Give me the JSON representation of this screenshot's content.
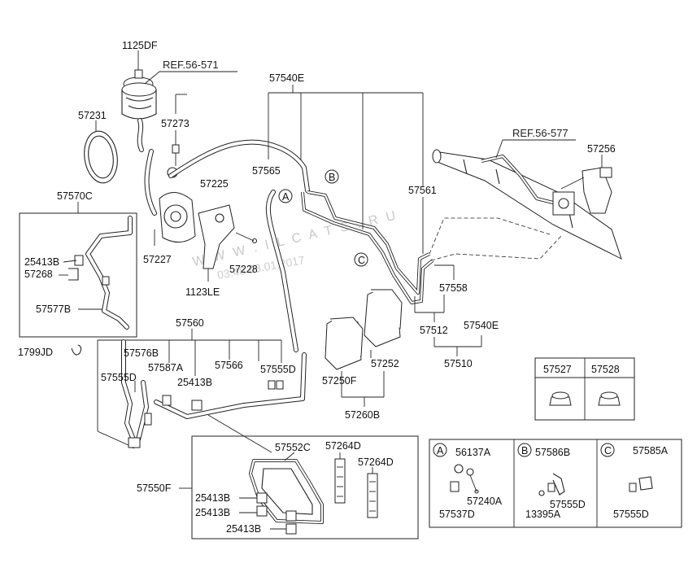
{
  "labels": {
    "p1125DF": "1125DF",
    "ref56571": "REF.56-571",
    "p57540E_top": "57540E",
    "p57231": "57231",
    "p57273": "57273",
    "p57565": "57565",
    "p57225": "57225",
    "p57570C": "57570C",
    "p25413B_a": "25413B",
    "p57268": "57268",
    "p57227": "57227",
    "p57228": "57228",
    "p1123LE": "1123LE",
    "p57577B": "57577B",
    "p1799JD": "1799JD",
    "p57560": "57560",
    "p57576B": "57576B",
    "p57587A": "57587A",
    "p57566": "57566",
    "p57555D_a": "57555D",
    "p57555D_b": "57555D",
    "p25413B_b": "25413B",
    "ref56577": "REF.56-577",
    "p57256": "57256",
    "p57561": "57561",
    "p57558": "57558",
    "p57512": "57512",
    "p57540E_bot": "57540E",
    "p57510": "57510",
    "p57252": "57252",
    "p57250F": "57250F",
    "p57260B": "57260B",
    "p57527": "57527",
    "p57528": "57528",
    "p57552C": "57552C",
    "p57264D_a": "57264D",
    "p57264D_b": "57264D",
    "p57550F": "57550F",
    "p25413B_c": "25413B",
    "p25413B_d": "25413B",
    "p25413B_e": "25413B",
    "p56137A": "56137A",
    "p57240A": "57240A",
    "p57537D": "57537D",
    "p57586B": "57586B",
    "p57555D_c": "57555D",
    "p13395A": "13395A",
    "p57585A": "57585A",
    "p57555D_d": "57555D"
  },
  "callouts": {
    "A": "A",
    "B": "B",
    "C": "C"
  },
  "watermark": {
    "site": "W W W . I L C A T S . R U",
    "stamp": "03:48 03.01.2017"
  }
}
